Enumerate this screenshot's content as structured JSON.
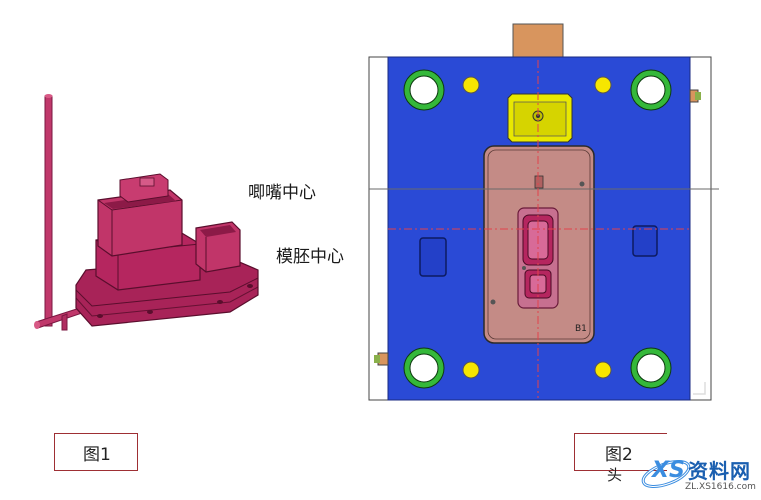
{
  "labels": {
    "sprue_center": "唧嘴中心",
    "cavity_center": "模胚中心",
    "plate_mark": "B1"
  },
  "figures": {
    "fig1": "图1",
    "fig2": "图2",
    "fig2_partial": "头"
  },
  "watermark": {
    "brand": "资料网",
    "url": "ZL.XS1616.com",
    "logo_text": "XS"
  },
  "colors": {
    "plate_blue": "#2a4ad6",
    "insert_pink": "#c48b86",
    "part_magenta": "#b5265f",
    "yellow": "#f6e600",
    "green_ring": "#3ac23a",
    "sprue_block": "#d8955e",
    "frame_red": "#9e2f34",
    "center_line": "#e2434c"
  }
}
